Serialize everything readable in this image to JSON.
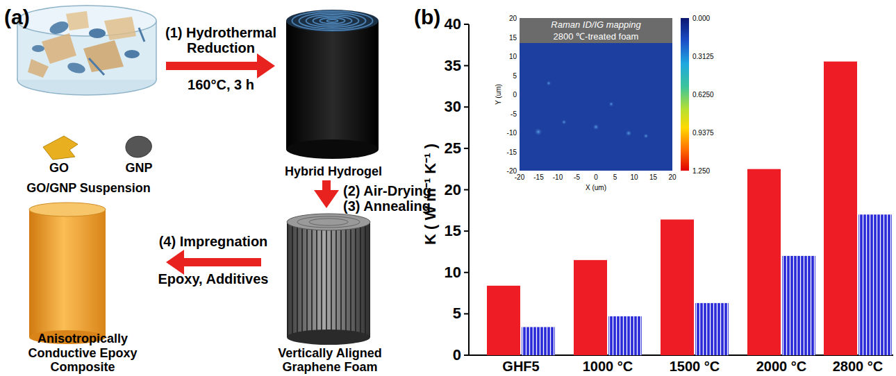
{
  "diagram": {
    "nodes": [
      {
        "text": [
          "GO/GNP Suspension"
        ]
      },
      {
        "text": [
          "Hybrid Hydrogel"
        ]
      },
      {
        "text": [
          "Vertically Aligned Graphene Foam"
        ]
      },
      {
        "text": [
          "Anisotropically Conductive Epoxy Composite"
        ]
      }
    ],
    "edges": [
      {
        "from": 0,
        "to": 1,
        "label": "(1) Hydrothermal Reduction",
        "arrow": "to"
      },
      {
        "from": 1,
        "to": 2,
        "label": "(2) Air-Drying (3) Annealing",
        "arrow": "to"
      },
      {
        "from": 2,
        "to": 3,
        "label": "(4) Impregnation",
        "arrow": "to"
      }
    ],
    "labels": [
      "(a)",
      "GO",
      "GNP",
      "160°C, 3 h",
      "Epoxy, Additives",
      "(b)",
      "K ( W m⁻¹ K⁻¹ )",
      "0",
      "5",
      "10",
      "15",
      "20",
      "25",
      "30",
      "35",
      "40",
      "GHF5",
      "1000 °C",
      "1500 °C",
      "2000 °C",
      "2800 °C",
      "Raman ID/IG mapping",
      "2800 ℃-treated foam",
      "0.000",
      "0.3125",
      "0.6250",
      "0.9375",
      "1.250",
      "20",
      "15",
      "10",
      "5",
      "0",
      "-5",
      "-10",
      "-15",
      "-20",
      "-20",
      "-15",
      "-10",
      "-5",
      "0",
      "5",
      "10",
      "15",
      "20",
      "Y (um)",
      "X (um)"
    ]
  }
}
